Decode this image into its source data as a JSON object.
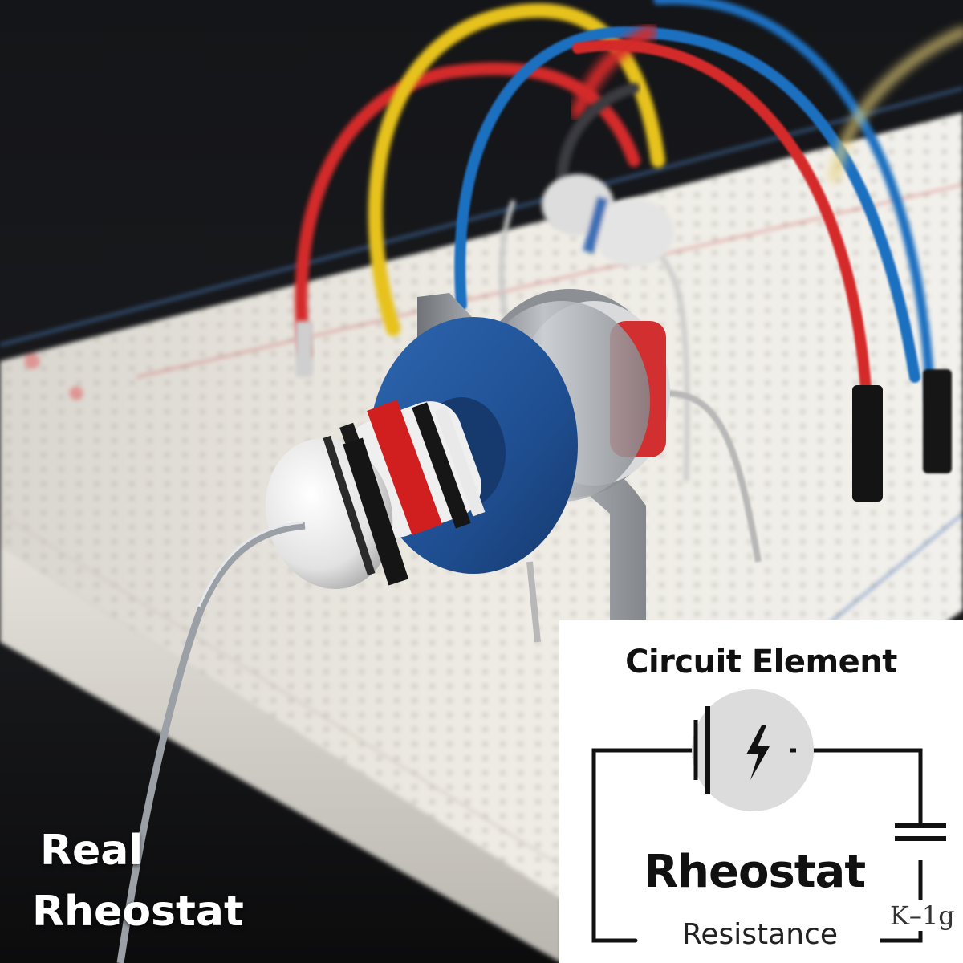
{
  "photo": {
    "caption_line1": "Real",
    "caption_line2": "Rheostat",
    "colors": {
      "background": "#111214",
      "breadboard": "#ece9e2",
      "wire_red": "#d42a2a",
      "wire_yellow": "#e7c21e",
      "wire_blue": "#1f6fc0",
      "washer_blue": "#21549a",
      "metal": "#9ea3a8"
    }
  },
  "diagram": {
    "title": "Circuit Element",
    "name": "Rheostat",
    "subtitle": "Resistance",
    "tag": "K–1g",
    "icon": "lightning-bolt-icon"
  }
}
